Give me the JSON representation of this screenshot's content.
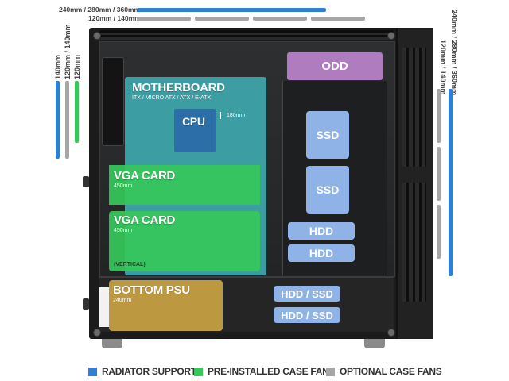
{
  "measurements": {
    "top_radiator": "240mm / 280mm / 360mm",
    "top_optional": "120mm / 140mm",
    "left_preinstalled": "120mm",
    "left_optional": "120mm / 140mm",
    "left_radiator": "140mm",
    "right_radiator": "240mm / 280mm / 360mm",
    "right_optional": "120mm / 140mm"
  },
  "zones": {
    "motherboard": {
      "title": "MOTHERBOARD",
      "sub": "ITX / MICRO ATX / ATX / E-ATX"
    },
    "cpu": {
      "title": "CPU",
      "sub": "180mm"
    },
    "vga1": {
      "title": "VGA CARD",
      "sub": "450mm"
    },
    "vga2": {
      "title": "VGA CARD",
      "sub": "450mm",
      "note": "(VERTICAL)"
    },
    "psu": {
      "title": "BOTTOM PSU",
      "sub": "240mm"
    },
    "odd": "ODD",
    "ssd1": "SSD",
    "ssd2": "SSD",
    "hdd1": "HDD",
    "hdd2": "HDD",
    "hddssd1": "HDD / SSD",
    "hddssd2": "HDD / SSD"
  },
  "legend": [
    {
      "label": "RADIATOR SUPPORT",
      "color": "#2e7fd6"
    },
    {
      "label": "PRE-INSTALLED CASE FANS",
      "color": "#36c85a"
    },
    {
      "label": "OPTIONAL CASE FANS",
      "color": "#a6a6a6"
    }
  ],
  "colors": {
    "radiator": "#2e7fd6",
    "preinstalled": "#36c85a",
    "optional": "#a6a6a6",
    "motherboard": "#3fb3b7",
    "cpu": "#2c6fa8",
    "odd": "#b07cc0",
    "drive": "#8fb3e6",
    "psu": "#c9a243"
  }
}
